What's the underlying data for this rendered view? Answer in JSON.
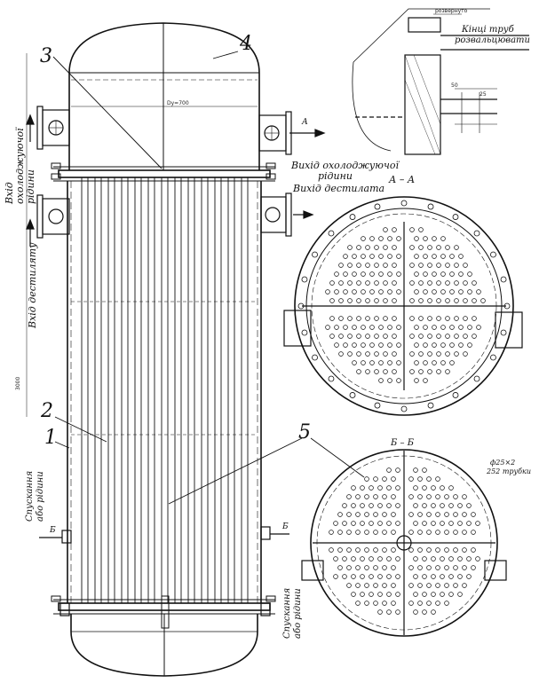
{
  "numbers": [
    "1",
    "2",
    "3",
    "4",
    "5"
  ],
  "labels": {
    "inlet_cooling": [
      "Вхід",
      "охолоджуючої",
      "рідини"
    ],
    "inlet_distillate": "Вхід дестиляту",
    "outlet_cooling": [
      "Вихід охолоджуючої",
      "рідини"
    ],
    "outlet_distillate": "Вихід дестилата",
    "tube_ends": [
      "Кінці труб",
      "розвальцювати"
    ],
    "welded": "розвернуто",
    "drain_left": [
      "Спускання",
      "або рідини"
    ],
    "drain_right": [
      "Спускання",
      "або рідини"
    ],
    "section_aa": "А – А",
    "section_bb": "Б – Б",
    "tube_spec": [
      "ф25×2",
      "252 трубки"
    ],
    "arrow_a": "А",
    "arrow_b": "Б",
    "dim_dy": "Dу=700",
    "dim_height": "3000",
    "dim_50": "50",
    "dim_25": "25"
  },
  "colors": {
    "ink": "#111111",
    "paper": "#ffffff"
  }
}
